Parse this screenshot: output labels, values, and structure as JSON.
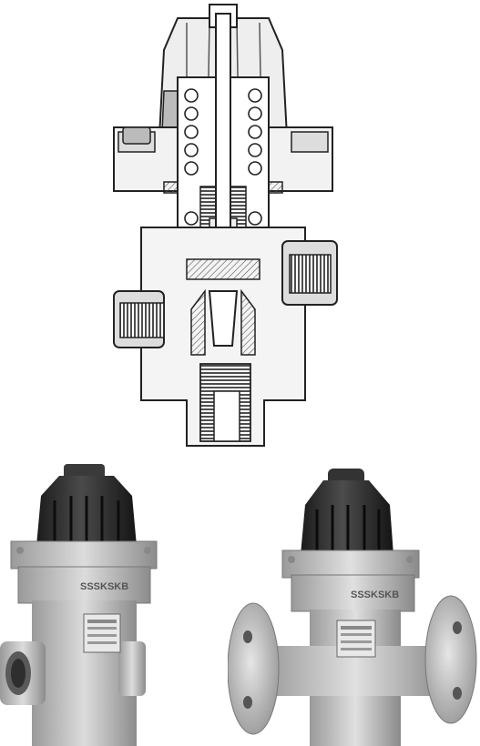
{
  "figures": {
    "cutaway": {
      "subject": "valve-cutaway-drawing"
    },
    "threaded": {
      "subject": "threaded-valve-photo",
      "body_marking": "SSSKSKB"
    },
    "flanged": {
      "subject": "flanged-valve-photo",
      "body_marking": "SSSKSKB"
    }
  },
  "colors": {
    "background": "#ffffff",
    "cap": "#2b2b2b",
    "metal": "#c9c9c9",
    "metal_dark": "#8a8a8a",
    "line": "#222222"
  }
}
